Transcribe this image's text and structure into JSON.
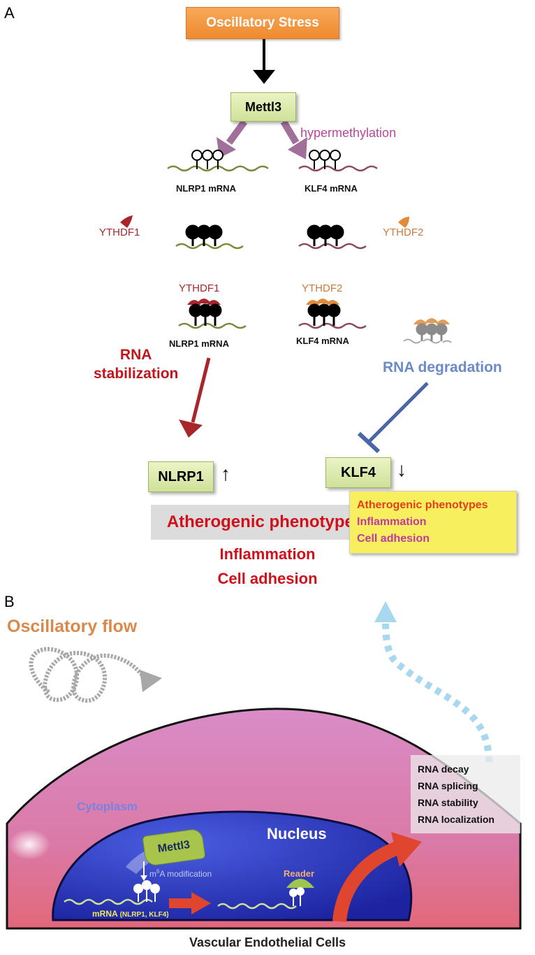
{
  "panel_a": {
    "letter": "A",
    "stress_label": "Oscillatory Stress",
    "mettl3_label": "Mettl3",
    "hypermethylation_label": "hypermethylation",
    "nlrp1_mrna_label": "NLRP1 mRNA",
    "klf4_mrna_label": "KLF4 mRNA",
    "ythdf1_label": "YTHDF1",
    "ythdf2_label": "YTHDF2",
    "ythdf1_bound_label": "YTHDF1",
    "ythdf2_bound_label": "YTHDF2",
    "nlrp1_mrna_label_2": "NLRP1 mRNA",
    "klf4_mrna_label_2": "KLF4 mRNA",
    "rna_stabilization_line1": "RNA",
    "rna_stabilization_line2": "stabilization",
    "rna_degradation_label": "RNA degradation",
    "nlrp1_protein_label": "NLRP1",
    "nlrp1_arrow": "↑",
    "klf4_protein_label": "KLF4",
    "klf4_arrow": "↓",
    "phenotype_title": "Atherogenic phenotypes",
    "phenotype_item1": "Inflammation",
    "phenotype_item2": "Cell adhesion"
  },
  "panel_b": {
    "letter": "B",
    "flow_label": "Oscillatory flow",
    "phenotype_box": {
      "title": "Atherogenic phenotypes",
      "item1": "Inflammation",
      "item2": "Cell adhesion"
    },
    "cytoplasm_label": "Cytoplasm",
    "nucleus_label": "Nucleus",
    "mettl3_label": "Mettl3",
    "m6a_prefix": "m",
    "m6a_superscript": "6",
    "m6a_suffix": "A modification",
    "reader_label": "Reader",
    "mrna_label": "mRNA",
    "mrna_genes": "(NLRP1, KLF4)",
    "functions": [
      "RNA decay",
      "RNA splicing",
      "RNA stability",
      "RNA localization"
    ],
    "caption": "Vascular Endothelial Cells"
  },
  "colors": {
    "orange": "#ef8a2e",
    "green_box": "#cfe199",
    "mauve_arrow": "#a0709a",
    "dark_red": "#a8262b",
    "blue_inhibit": "#4a66a6",
    "cytoplasm_pink": "#d77fb1",
    "nucleus_blue": "#2f3bb8"
  }
}
